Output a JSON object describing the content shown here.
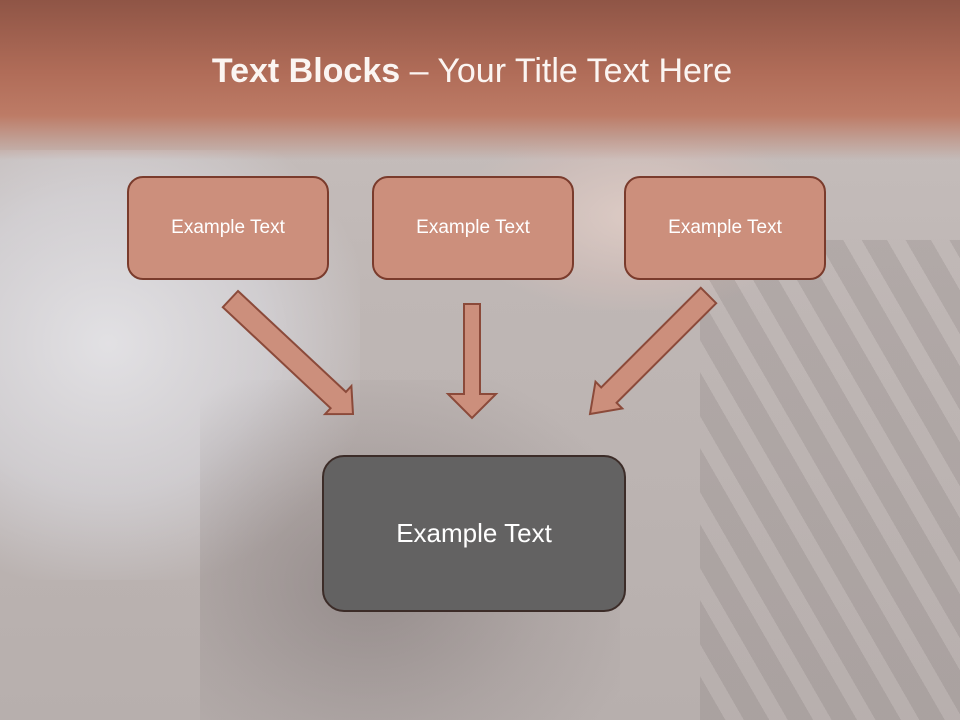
{
  "slide": {
    "title_bold": "Text Blocks",
    "title_separator": " – ",
    "title_rest": "Your Title Text Here",
    "boxes": [
      {
        "label": "Example Text"
      },
      {
        "label": "Example Text"
      },
      {
        "label": "Example Text"
      }
    ],
    "main_box": {
      "label": "Example Text"
    }
  },
  "colors": {
    "header": "#b06c58",
    "box_fill": "#cc8f7c",
    "box_border": "#7a3b2c",
    "arrow_fill": "#cc8f7c",
    "main_box_fill": "#636262"
  }
}
